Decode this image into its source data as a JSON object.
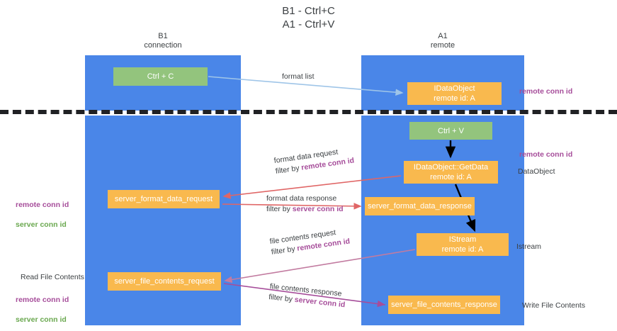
{
  "title": "B1 - Ctrl+C\nA1 - Ctrl+V",
  "columns": {
    "left": "B1\nconnection",
    "right": "A1\nremote"
  },
  "colors": {
    "lane": "#4a86e8",
    "node_green": "#93c47d",
    "node_orange": "#f9b94e",
    "accent_purple": "#a64d9a",
    "accent_green": "#6aa84f",
    "arrow_blue": "#9fc5e8",
    "arrow_red": "#e06666",
    "arrow_magenta": "#c27ba0",
    "arrow_violet": "#a64d9a",
    "arrow_black": "#000000",
    "divider": "#202124"
  },
  "nodes": {
    "ctrl_c": "Ctrl + C",
    "data_object": "IDataObject\nremote id: A",
    "ctrl_v": "Ctrl + V",
    "get_data": "IDataObject::GetData\nremote id: A",
    "server_format_data_request": "server_format_data_request",
    "server_format_data_response": "server_format_data_response",
    "istream": "IStream\nremote id: A",
    "server_file_contents_request": "server_file_contents_request",
    "server_file_contents_response": "server_file_contents_response"
  },
  "edges": {
    "format_list": "format list",
    "format_data_request": {
      "line1": "format data request",
      "line2_prefix": "filter by ",
      "line2_accent": "remote conn id"
    },
    "format_data_response": {
      "line1": "format data response",
      "line2_prefix": "filter by ",
      "line2_accent": "server conn id"
    },
    "file_contents_request": {
      "line1": "file contents request",
      "line2_prefix": "filter by ",
      "line2_accent": "remote conn id"
    },
    "file_contents_response": {
      "line1": "file contents response",
      "line2_prefix": "filter by ",
      "line2_accent": "server conn id"
    }
  },
  "annotations": {
    "right": {
      "remote_conn_id_top": "remote conn id",
      "remote_conn_id_mid": "remote conn id",
      "data_object": "DataObject",
      "istream": "Istream",
      "write_file_contents": "Write File Contents"
    },
    "left": {
      "remote_conn_id": "remote conn id",
      "server_conn_id": "server conn id",
      "read_file_contents": "Read File Contents",
      "remote_conn_id_2": "remote conn id",
      "server_conn_id_2": "server conn id"
    }
  }
}
